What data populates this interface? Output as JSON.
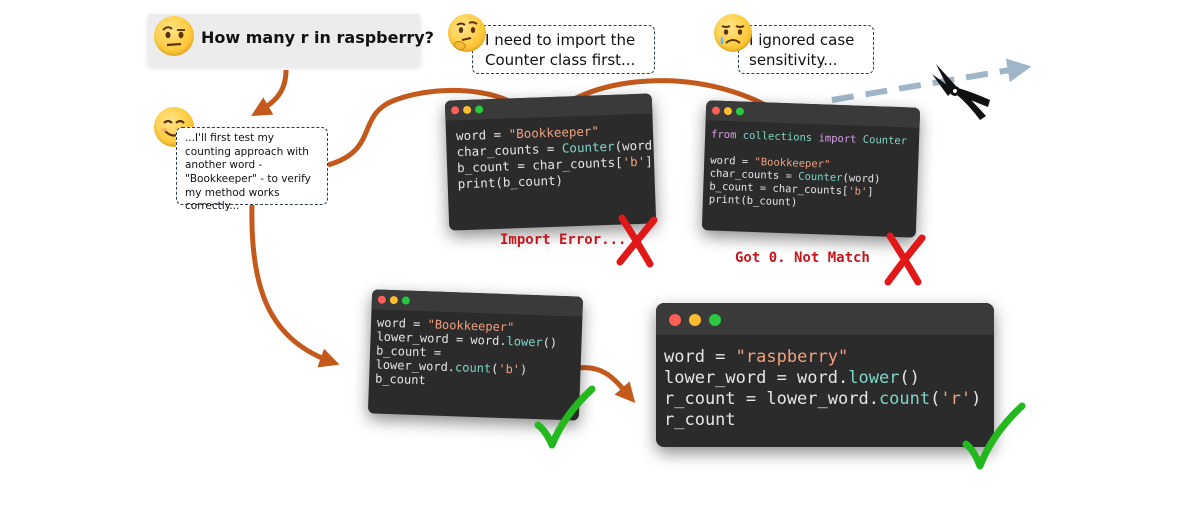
{
  "question": {
    "text": "How many r in raspberry?"
  },
  "plan": {
    "text": "...I'll first test my counting approach with another word - \"Bookkeeper\" - to verify my method works correctly..."
  },
  "thought_import": {
    "text": "I need to import the Counter class first..."
  },
  "thought_case": {
    "text": "I ignored case sensitivity..."
  },
  "attempt1": {
    "lines": [
      [
        [
          "n",
          "word = "
        ],
        [
          "s",
          "\"Bookkeeper\""
        ]
      ],
      [
        [
          "n",
          "char_counts = "
        ],
        [
          "f",
          "Counter"
        ],
        [
          "n",
          "(word)"
        ]
      ],
      [
        [
          "n",
          "b_count = char_counts["
        ],
        [
          "s",
          "'b'"
        ],
        [
          "n",
          "]"
        ]
      ],
      [
        [
          "n",
          "print(b_count)"
        ]
      ]
    ],
    "result_label": "Import Error..."
  },
  "attempt2": {
    "lines": [
      [
        [
          "k",
          "from "
        ],
        [
          "f",
          "collections "
        ],
        [
          "k",
          "import "
        ],
        [
          "f",
          "Counter"
        ]
      ],
      [
        [
          "n",
          " "
        ]
      ],
      [
        [
          "n",
          "word = "
        ],
        [
          "s",
          "\"Bookkeeper\""
        ]
      ],
      [
        [
          "n",
          "char_counts = "
        ],
        [
          "f",
          "Counter"
        ],
        [
          "n",
          "(word)"
        ]
      ],
      [
        [
          "n",
          "b_count = char_counts["
        ],
        [
          "s",
          "'b'"
        ],
        [
          "n",
          "]"
        ]
      ],
      [
        [
          "n",
          "print(b_count)"
        ]
      ]
    ],
    "result_label": "Got 0. Not Match"
  },
  "attempt3": {
    "lines": [
      [
        [
          "n",
          "word = "
        ],
        [
          "s",
          "\"Bookkeeper\""
        ]
      ],
      [
        [
          "n",
          "lower_word = word."
        ],
        [
          "f",
          "lower"
        ],
        [
          "n",
          "()"
        ]
      ],
      [
        [
          "n",
          "b_count ="
        ]
      ],
      [
        [
          "n",
          "lower_word."
        ],
        [
          "f",
          "count"
        ],
        [
          "n",
          "("
        ],
        [
          "s",
          "'b'"
        ],
        [
          "n",
          ")"
        ]
      ],
      [
        [
          "n",
          "b_count"
        ]
      ]
    ]
  },
  "final": {
    "lines": [
      [
        [
          "n",
          "word = "
        ],
        [
          "s",
          "\"raspberry\""
        ]
      ],
      [
        [
          "n",
          "lower_word = word."
        ],
        [
          "f",
          "lower"
        ],
        [
          "n",
          "()"
        ]
      ],
      [
        [
          "n",
          "r_count = lower_word."
        ],
        [
          "f",
          "count"
        ],
        [
          "n",
          "("
        ],
        [
          "s",
          "'r'"
        ],
        [
          "n",
          ")"
        ]
      ],
      [
        [
          "n",
          "r_count"
        ]
      ]
    ]
  },
  "colors": {
    "flow_arrow": "#c4591c",
    "pruned_arrow": "#9fb6c8",
    "fail_mark": "#e01818",
    "success_mark": "#22b81e"
  },
  "icons": {
    "question_face": "raised-eyebrow-face",
    "plan_face": "smiling-face",
    "import_face": "thinking-face",
    "case_face": "sad-tear-face",
    "prune_tool": "pruning-shears-icon"
  }
}
